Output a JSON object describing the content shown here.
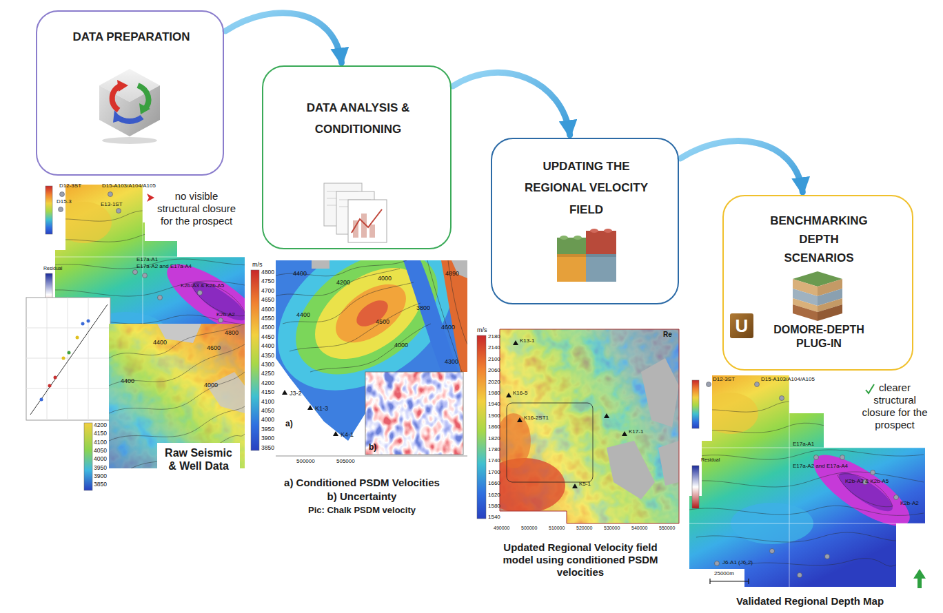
{
  "diagram": {
    "nodes": [
      {
        "text": [
          "DATA PREPARATION"
        ]
      },
      {
        "text": [
          "DATA ANALYSIS & CONDITIONING"
        ]
      },
      {
        "text": [
          "UPDATING THE REGIONAL VELOCITY FIELD"
        ]
      },
      {
        "text": [
          "BENCHMARKING DEPTH SCENARIOS",
          "U",
          "DOMORE-DEPTH PLUG-IN"
        ]
      }
    ],
    "edges": [
      {
        "from": 0,
        "to": 1,
        "arrow": "to"
      },
      {
        "from": 1,
        "to": 2,
        "arrow": "to"
      },
      {
        "from": 2,
        "to": 3,
        "arrow": "to"
      }
    ],
    "labels": [
      "no visible structural closure for the prospect",
      "D12-3ST",
      "D15-A103/A104/A105",
      "D15-3",
      "E13-1ST",
      "E17a-A1",
      "E17a-A2 and E17a-A4",
      "K2b-A3 & K2b-A5",
      "K2b-A2",
      "Residual",
      "Raw Seismic & Well Data",
      "4400",
      "4600",
      "4800",
      "4400",
      "4000",
      "4200",
      "4150",
      "4100",
      "4050",
      "4000",
      "3950",
      "3900",
      "3850",
      "m/s",
      "4800",
      "4750",
      "4700",
      "4650",
      "4600",
      "4550",
      "4500",
      "4450",
      "4400",
      "4350",
      "4300",
      "4250",
      "4200",
      "4150",
      "4100",
      "4050",
      "4000",
      "3950",
      "3900",
      "3850",
      "4400",
      "4200",
      "4000",
      "4890",
      "4400",
      "4500",
      "3800",
      "4600",
      "4000",
      "4300",
      "J3-2",
      "K1-3",
      "K4-1",
      "a)",
      "b)",
      "500000",
      "505000",
      "a) Conditioned PSDM Velocities",
      "b) Uncertainty",
      "Pic: Chalk PSDM velocity",
      "m/s",
      "2180",
      "2140",
      "2100",
      "2060",
      "2020",
      "1980",
      "1940",
      "1900",
      "1860",
      "1820",
      "1780",
      "1740",
      "1700",
      "1660",
      "1620",
      "1580",
      "1540",
      "K13-1",
      "K16-5",
      "K16-2ST1",
      "K17-1",
      "K5-1",
      "490000",
      "500000",
      "510000",
      "520000",
      "530000",
      "540000",
      "550000",
      "Updated Regional Velocity field model using conditioned PSDM velocities",
      "clearer structural closure for the prospect",
      "D12-3ST",
      "D15-A103/A104/A105",
      "E17a-A1",
      "E17a-A2 and E17a-A4",
      "K2b-A3 & K2b-A5",
      "K2b-A2",
      "J6-A1 (J6-2)",
      "25000m",
      "Validated Regional Depth Map",
      "Re",
      "Residual"
    ]
  }
}
